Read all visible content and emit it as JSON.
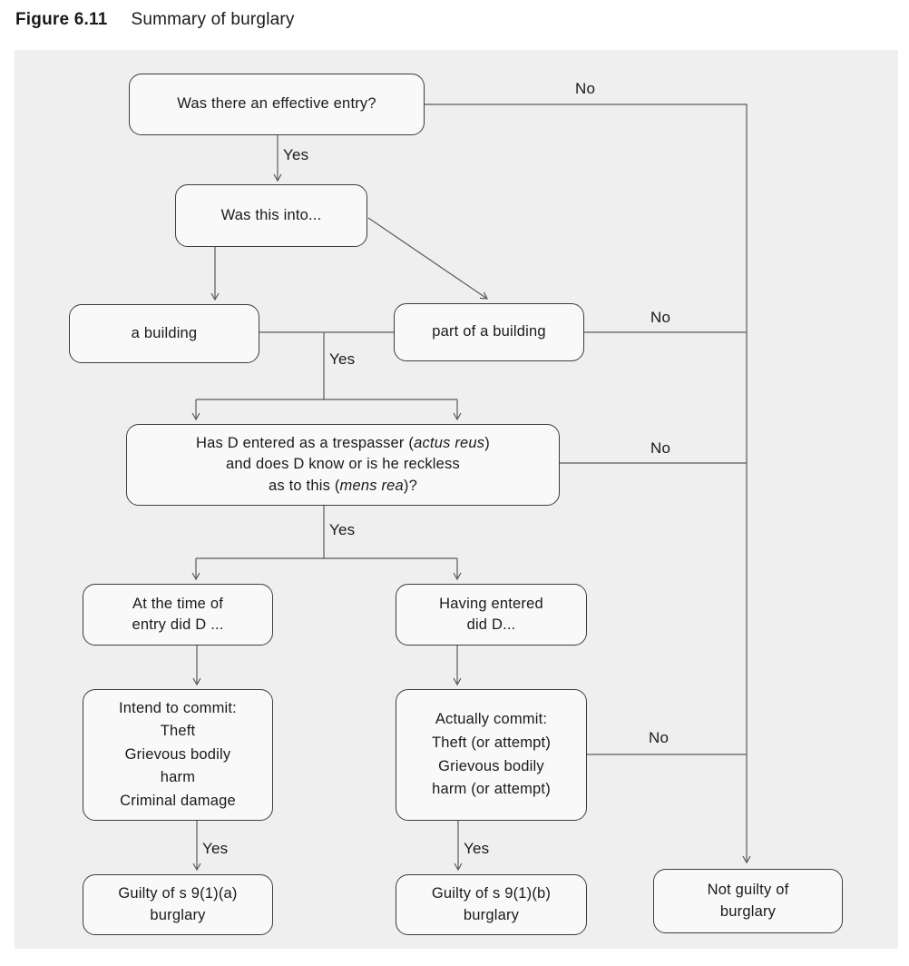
{
  "figure": {
    "label": "Figure 6.11",
    "title": "Summary of burglary"
  },
  "labels": {
    "yes": "Yes",
    "no": "No"
  },
  "boxes": {
    "effective_entry": {
      "text": "Was there an effective entry?"
    },
    "was_this_into": {
      "text": "Was this into..."
    },
    "a_building": {
      "text": "a building"
    },
    "part_of_building": {
      "text": "part of a building"
    },
    "trespasser": {
      "line1_pre": "Has D entered as a trespasser (",
      "line1_italic": "actus reus",
      "line1_post": ")",
      "line2": "and does D know or is he reckless",
      "line3_pre": "as to this (",
      "line3_italic": "mens rea",
      "line3_post": ")?"
    },
    "at_time_of_entry": {
      "line1": "At the time of",
      "line2": "entry did D ..."
    },
    "having_entered": {
      "line1": "Having entered",
      "line2": "did D..."
    },
    "intend_to_commit": {
      "line1": "Intend to commit:",
      "line2": "Theft",
      "line3": "Grievous bodily",
      "line4": "harm",
      "line5": "Criminal damage"
    },
    "actually_commit": {
      "line1": "Actually commit:",
      "line2": "Theft (or attempt)",
      "line3": "Grievous bodily",
      "line4": "harm (or attempt)"
    },
    "guilty_a": {
      "line1": "Guilty of s 9(1)(a)",
      "line2": "burglary"
    },
    "guilty_b": {
      "line1": "Guilty of s 9(1)(b)",
      "line2": "burglary"
    },
    "not_guilty": {
      "line1": "Not guilty of",
      "line2": "burglary"
    }
  },
  "colors": {
    "panel_background": "#efeff0",
    "node_background": "#f9f9f9",
    "node_border": "#3d3d3d",
    "connector": "#5a5a5a",
    "text": "#1a1a1a"
  }
}
